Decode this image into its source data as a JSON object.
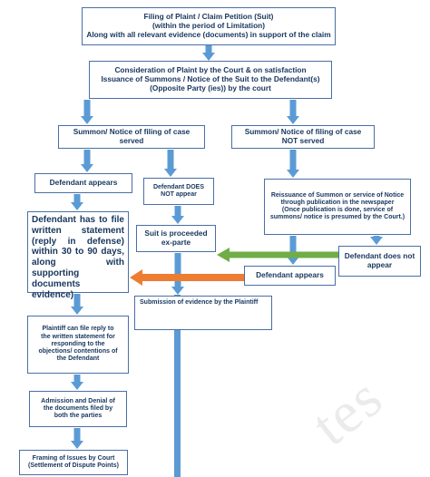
{
  "boxes": {
    "filing": [
      "Filing of Plaint / Claim Petition (Suit)",
      "(within the period of Limitation)",
      "Along with all relevant evidence (documents) in support of the claim"
    ],
    "consideration": [
      "Consideration of Plaint by the Court & on satisfaction",
      "Issuance of Summons / Notice of the Suit to the Defendant(s) (Opposite Party (ies)) by the court"
    ],
    "served": [
      "Summon/ Notice of filing of case",
      "served"
    ],
    "not_served": [
      "Summon/ Notice of filing of case",
      "NOT served"
    ],
    "defendant_appears_1": "Defendant appears",
    "defendant_not_appear": [
      "Defendant DOES",
      "NOT appear"
    ],
    "reissuance": [
      "Reissuance of Summon or service of Notice through publication in the newspaper",
      "(Once publication is done, service of summons/ notice is presumed by the Court.)"
    ],
    "written_statement": "Defendant has to file written statement (reply in defense) within 30 to 90 days, along with supporting documents evidence)",
    "ex_parte": [
      "Suit is proceeded",
      "ex-parte"
    ],
    "defendant_not_appear_2": [
      "Defendant does not",
      "appear"
    ],
    "defendant_appears_2": "Defendant appears",
    "submission": "Submission of evidence by the Plaintiff",
    "reply": [
      "Plaintiff can file reply to",
      "the written statement for",
      "responding to the",
      "objections/ contentions of",
      "the Defendant"
    ],
    "admission": [
      "Admission and Denial of",
      "the documents filed by",
      "both the parties"
    ],
    "framing": [
      "Framing of Issues by Court",
      "(Settlement of Dispute Points)"
    ]
  },
  "colors": {
    "box_border": "#4a6fa5",
    "text": "#17365d",
    "arrow_blue": "#5b9bd5",
    "arrow_green": "#70ad47",
    "arrow_orange": "#ed7d31"
  }
}
